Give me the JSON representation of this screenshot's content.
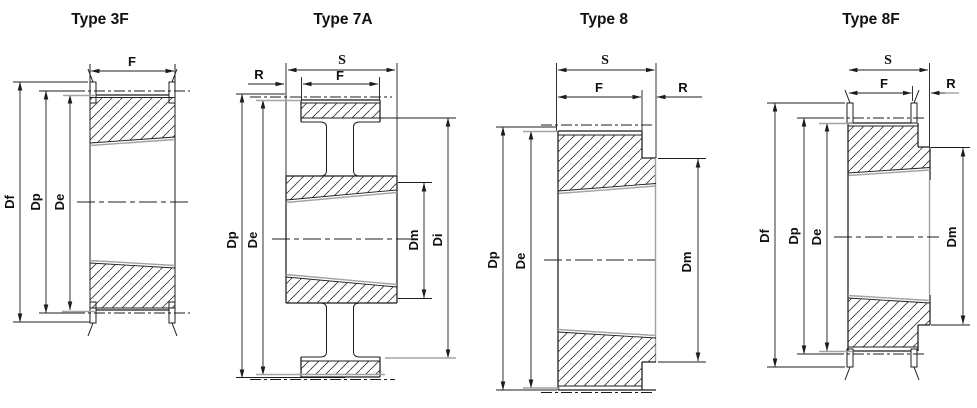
{
  "page": {
    "background": "#ffffff"
  },
  "styles": {
    "line_color": "#1c1c1c",
    "gray_line_color": "#a3a3a3",
    "text_color": "#101010",
    "hatch_color": "#333333"
  },
  "diagrams": [
    {
      "title": "Type 3F",
      "labels": {
        "f": "F",
        "df": "Df",
        "dp": "Dp",
        "de": "De"
      }
    },
    {
      "title": "Type 7A",
      "labels": {
        "s": "S",
        "f": "F",
        "r": "R",
        "dp": "Dp",
        "de": "De",
        "dm": "Dm",
        "di": "Di"
      }
    },
    {
      "title": "Type 8",
      "labels": {
        "s": "S",
        "f": "F",
        "r": "R",
        "dp": "Dp",
        "de": "De",
        "dm": "Dm"
      }
    },
    {
      "title": "Type 8F",
      "labels": {
        "s": "S",
        "f": "F",
        "r": "R",
        "df": "Df",
        "dp": "Dp",
        "de": "De",
        "dm": "Dm"
      }
    }
  ]
}
